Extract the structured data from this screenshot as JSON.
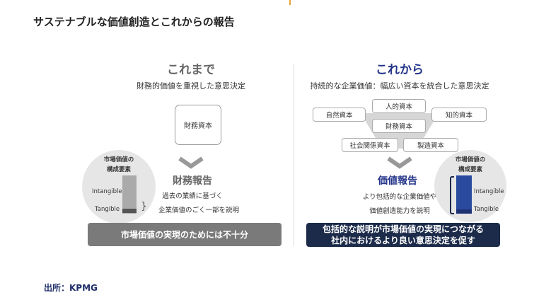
{
  "title": "サステナブルな価値創造とこれからの報告",
  "left": {
    "heading": "これまで",
    "subtitle": "財務的価値を重視した意思決定",
    "capital": "財務資本",
    "report_title": "財務報告",
    "report_desc": [
      "過去の業績に基づく",
      "企業価値のごく一部を説明"
    ],
    "circle_title": [
      "市場価値の",
      "構成要素"
    ],
    "intangible": "Intangible",
    "tangible": "Tangible",
    "conclusion": "市場価値の実現のためには不十分"
  },
  "right": {
    "heading": "これから",
    "subtitle": "持続的な企業価値：幅広い資本を統合した意思決定",
    "capitals": [
      "人的資本",
      "自然資本",
      "知的資本",
      "財務資本",
      "社会関係資本",
      "製造資本"
    ],
    "report_title": "価値報告",
    "report_desc": [
      "より包括的な企業価値や",
      "価値創造能力を説明"
    ],
    "circle_title": [
      "市場価値の",
      "構成要素"
    ],
    "intangible": "Intangible",
    "tangible": "Tangible",
    "conclusion": [
      "包括的な説明が市場価値の実現につながる",
      "社内におけるより良い意思決定を促す"
    ]
  },
  "source": "出所：KPMG",
  "colors": {
    "navy": "#1c2b4a",
    "blue": "#2a4aa0",
    "gray": "#7a7a7a",
    "heading_blue": "#24358a"
  }
}
